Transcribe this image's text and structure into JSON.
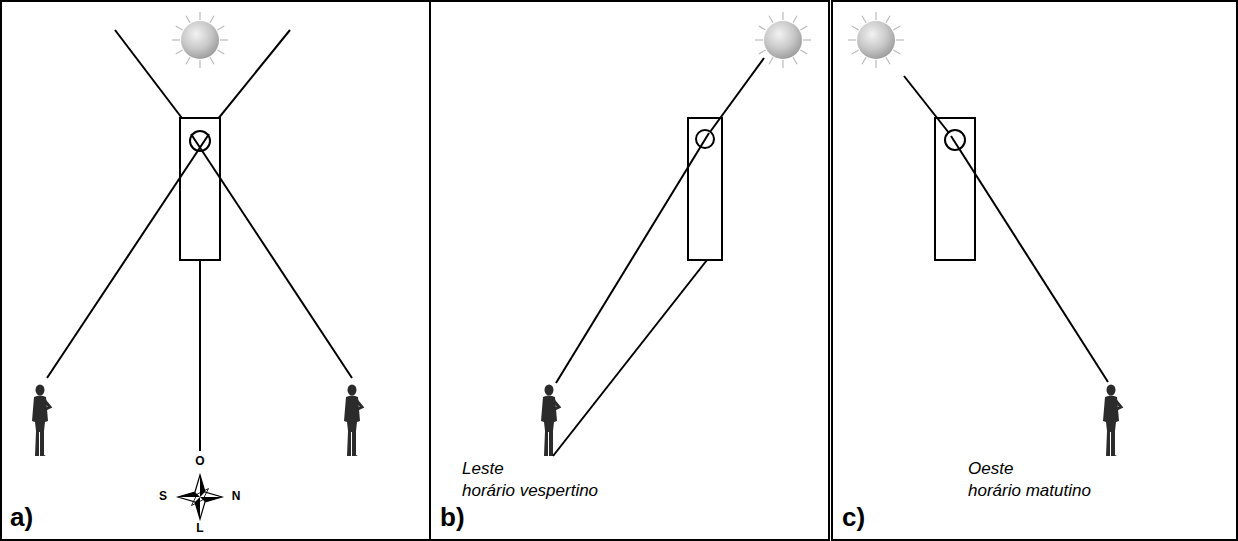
{
  "diagram": {
    "labels": [
      "a)",
      "O",
      "S",
      "N",
      "L",
      "b)",
      "Leste",
      "horário vespertino",
      "c)",
      "Oeste",
      "horário matutino"
    ]
  }
}
